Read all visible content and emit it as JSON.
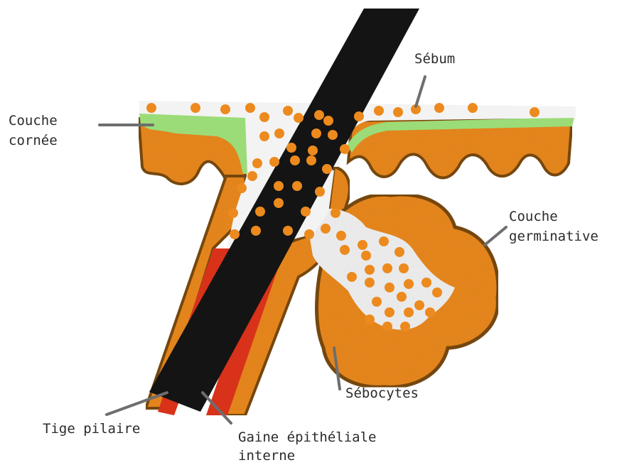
{
  "labels": {
    "sebum": "Sébum",
    "couche_cornee_line1": "Couche",
    "couche_cornee_line2": "cornée",
    "couche_germinative_line1": "Couche",
    "couche_germinative_line2": "germinative",
    "sebocytes": "Sébocytes",
    "tige_pilaire": "Tige pilaire",
    "gaine_line1": "Gaine épithéliale",
    "gaine_line2": "interne"
  },
  "colors": {
    "tissue_orange": "#ec8a1e",
    "tissue_dark_orange": "#c25f06",
    "outline_brown": "#7a4a12",
    "horny_layer_green": "#9bdc78",
    "sebum_white": "#f3f3f3",
    "hair_shaft_black": "#141414",
    "inner_sheath_red": "#d8321a",
    "leader_gray": "#6e6e6e"
  },
  "icons": [
    "hair-shaft-icon",
    "sebum-droplet-icon"
  ]
}
